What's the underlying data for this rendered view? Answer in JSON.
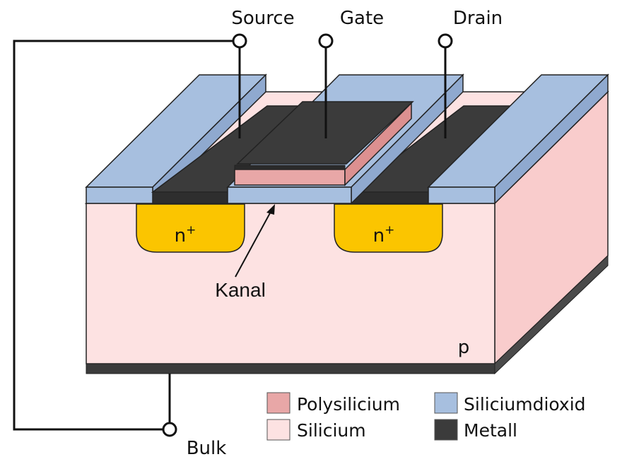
{
  "terminals": {
    "source": "Source",
    "gate": "Gate",
    "drain": "Drain",
    "bulk": "Bulk"
  },
  "regions": {
    "n_plus_left": "n",
    "n_plus_right": "n",
    "n_plus_superscript": "+",
    "substrate": "p",
    "channel": "Kanal"
  },
  "legend": [
    {
      "label": "Polysilicium",
      "color": "#e8a7a7"
    },
    {
      "label": "Silicium",
      "color": "#fde2e2"
    },
    {
      "label": "Siliciumdioxid",
      "color": "#a7bfdf"
    },
    {
      "label": "Metall",
      "color": "#3b3b3b"
    }
  ],
  "colors": {
    "silicon": "#fde2e2",
    "silicon_side": "#f9cccc",
    "oxide": "#a7bfdf",
    "oxide_side": "#8fa9cf",
    "metal": "#3b3b3b",
    "polysilicon": "#e8a7a7",
    "n_plus": "#fbc500",
    "wire": "#111111"
  }
}
